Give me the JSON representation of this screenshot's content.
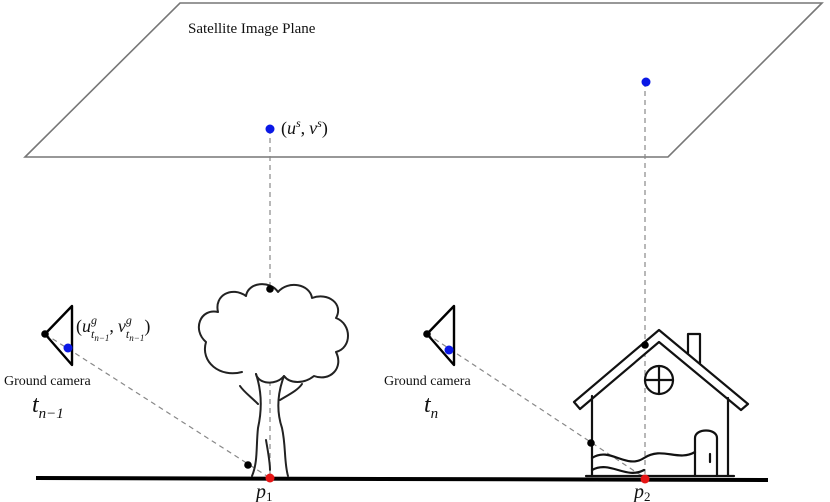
{
  "plane": {
    "label": "Satellite Image Plane"
  },
  "satellite_point_label": {
    "open": "(",
    "u": "u",
    "u_sup": "s",
    "comma": ",",
    "v": "v",
    "v_sup": "s",
    "close": ")"
  },
  "ground_point_label": {
    "open": "(",
    "u": "u",
    "u_sup": "g",
    "u_sub": "t",
    "u_subsub": "n−1",
    "comma": ",",
    "v": "v",
    "v_sup": "g",
    "v_sub": "t",
    "v_subsub": "n−1",
    "close": ")"
  },
  "cameras": [
    {
      "label": "Ground camera",
      "time": "t",
      "time_sub": "n−1"
    },
    {
      "label": "Ground camera",
      "time": "t",
      "time_sub": "n"
    }
  ],
  "ground_points": [
    {
      "name": "p",
      "sub": "1"
    },
    {
      "name": "p",
      "sub": "2"
    }
  ],
  "colors": {
    "blue_point": "#0a18e6",
    "red_point": "#e61515",
    "black_point": "#000000",
    "dashed": "#888888"
  }
}
